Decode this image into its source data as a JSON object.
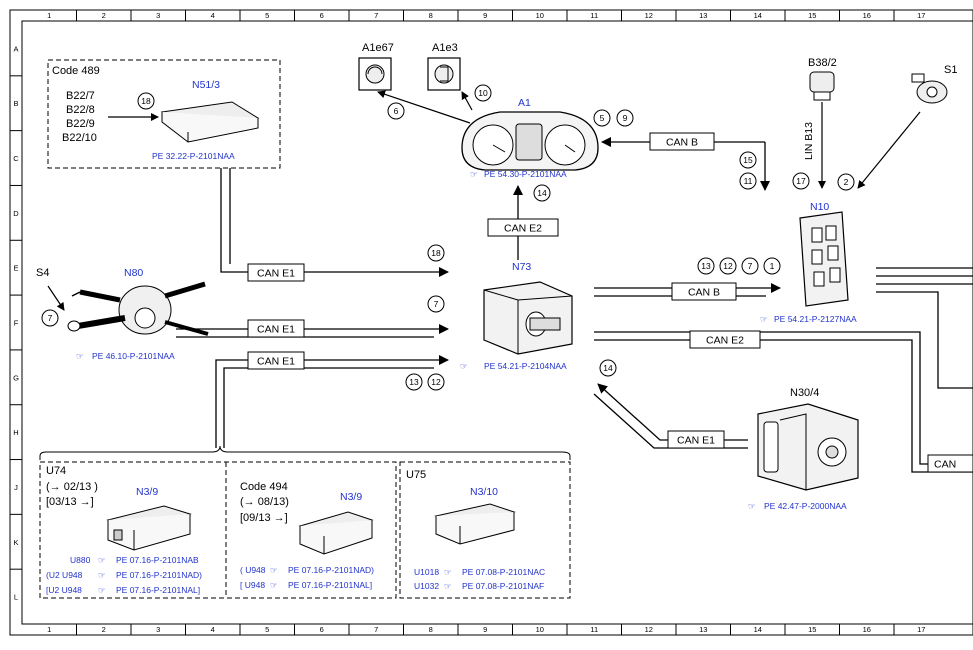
{
  "grid": {
    "columns": [
      "1",
      "2",
      "3",
      "4",
      "5",
      "6",
      "7",
      "8",
      "9",
      "10",
      "11",
      "12",
      "13",
      "14",
      "15",
      "16",
      "17"
    ],
    "rows": [
      "A",
      "B",
      "C",
      "D",
      "E",
      "F",
      "G",
      "H",
      "J",
      "K",
      "L"
    ]
  },
  "bus_labels": {
    "can_b_top": "CAN B",
    "can_e2_mid": "CAN E2",
    "can_e1_a": "CAN E1",
    "can_e1_b": "CAN E1",
    "can_e1_c": "CAN E1",
    "can_b_right": "CAN B",
    "can_e2_right": "CAN E2",
    "can_e1_bottom": "CAN E1",
    "can_edge": "CAN",
    "lin_b13": "LIN B13"
  },
  "components": {
    "a1e67": "A1e67",
    "a1e3": "A1e3",
    "a1": "A1",
    "b38_2": "B38/2",
    "s1": "S1",
    "n10": "N10",
    "n51_3": "N51/3",
    "n80": "N80",
    "s4": "S4",
    "n73": "N73",
    "n30_4": "N30/4",
    "u74": "U74",
    "n3_9_a": "N3/9",
    "n3_9_b": "N3/9",
    "u75": "U75",
    "n3_10": "N3/10"
  },
  "codes": {
    "code489": "Code 489",
    "b22_7": "B22/7",
    "b22_8": "B22/8",
    "b22_9": "B22/9",
    "b22_10": "B22/10",
    "code494": "Code 494",
    "u74_to": "(→ 02/13 )",
    "u74_from": "[03/13 →]",
    "c494_to": "(→ 08/13)",
    "c494_from": "[09/13 →]"
  },
  "refs": {
    "a1": "PE 54.30-P-2101NAA",
    "n51_3": "PE 32.22-P-2101NAA",
    "n80": "PE 46.10-P-2101NAA",
    "n73": "PE 54.21-P-2104NAA",
    "n10": "PE 54.21-P-2127NAA",
    "n30_4": "PE 42.47-P-2000NAA",
    "u74_1": "PE 07.16-P-2101NAB",
    "u74_2": "PE 07.16-P-2101NAD)",
    "u74_3": "PE 07.16-P-2101NAL]",
    "c494_1": "PE 07.16-P-2101NAD)",
    "c494_2": "PE 07.16-P-2101NAL]",
    "u75_1": "PE 07.08-P-2101NAC",
    "u75_2": "PE 07.08-P-2101NAF"
  },
  "variants": {
    "u74_1": "U880",
    "u74_2": "(U2 U948",
    "u74_3": "[U2 U948",
    "c494_1": "( U948",
    "c494_2": "[ U948",
    "u75_1": "U1018",
    "u75_2": "U1032"
  },
  "signals": {
    "s6": "6",
    "s10": "10",
    "s5": "5",
    "s9": "9",
    "s15": "15",
    "s11": "11",
    "s17": "17",
    "s2": "2",
    "s14a": "14",
    "s18a": "18",
    "s18b": "18",
    "s7a": "7",
    "s13a": "13",
    "s12a": "12",
    "s13b": "13",
    "s12b": "12",
    "s7b": "7",
    "s1": "1",
    "s14b": "14",
    "s7c": "7"
  },
  "colors": {
    "ref_blue": "#2233cc",
    "line": "#000000"
  }
}
